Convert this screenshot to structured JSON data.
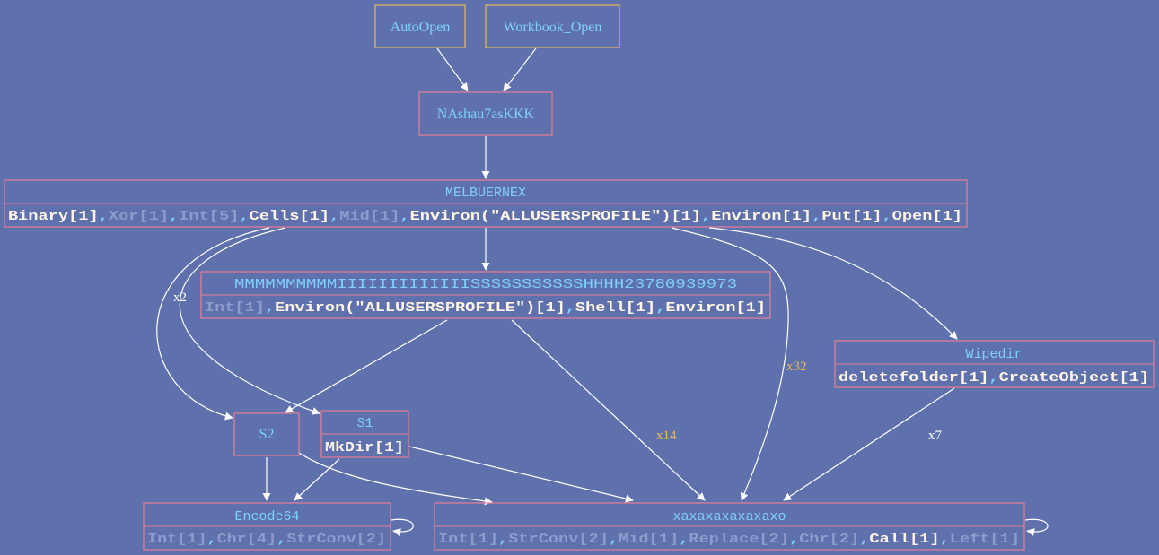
{
  "colors": {
    "background": "#5f71ac",
    "entry_box": "#e6b85a",
    "node_box": "#e57e97",
    "title_text": "#7fd0ff",
    "strong_call": "#fff5e6",
    "weak_call": "#8e9ccd",
    "separator": "#7fd0ff",
    "edge": "#ffffff",
    "heavy_edge_label": "#e6b85a"
  },
  "nodes": [
    {
      "id": "autoopen",
      "title": "AutoOpen",
      "kind": "entry"
    },
    {
      "id": "workbook_open",
      "title": "Workbook_Open",
      "kind": "entry"
    },
    {
      "id": "nashau",
      "title": "NAshau7asKKK",
      "kind": "procedure"
    },
    {
      "id": "melbuernex",
      "title": "MELBUERNEX",
      "kind": "procedure",
      "calls": [
        {
          "text": "Binary[1]",
          "strong": true
        },
        {
          "text": "Xor[1]",
          "strong": false
        },
        {
          "text": "Int[5]",
          "strong": false
        },
        {
          "text": "Cells[1]",
          "strong": true
        },
        {
          "text": "Mid[1]",
          "strong": false
        },
        {
          "text": "Environ(\"ALLUSERSPROFILE\")[1]",
          "strong": true
        },
        {
          "text": "Environ[1]",
          "strong": true
        },
        {
          "text": "Put[1]",
          "strong": true
        },
        {
          "text": "Open[1]",
          "strong": true
        }
      ]
    },
    {
      "id": "mmmm",
      "title": "MMMMMMMMMMIIIIIIIIIIIIISSSSSSSSSSSHHHH23780939973",
      "kind": "procedure",
      "calls": [
        {
          "text": "Int[1]",
          "strong": false
        },
        {
          "text": "Environ(\"ALLUSERSPROFILE\")[1]",
          "strong": true
        },
        {
          "text": "Shell[1]",
          "strong": true
        },
        {
          "text": "Environ[1]",
          "strong": true
        }
      ]
    },
    {
      "id": "wipedir",
      "title": "Wipedir",
      "kind": "procedure",
      "calls": [
        {
          "text": "deletefolder[1]",
          "strong": true
        },
        {
          "text": "CreateObject[1]",
          "strong": true
        }
      ]
    },
    {
      "id": "s2",
      "title": "S2",
      "kind": "procedure"
    },
    {
      "id": "s1",
      "title": "S1",
      "kind": "procedure",
      "calls": [
        {
          "text": "MkDir[1]",
          "strong": true
        }
      ]
    },
    {
      "id": "encode64",
      "title": "Encode64",
      "kind": "procedure",
      "calls": [
        {
          "text": "Int[1]",
          "strong": false
        },
        {
          "text": "Chr[4]",
          "strong": false
        },
        {
          "text": "StrConv[2]",
          "strong": false
        }
      ]
    },
    {
      "id": "xaxa",
      "title": "xaxaxaxaxaxaxo",
      "kind": "procedure",
      "calls": [
        {
          "text": "Int[1]",
          "strong": false
        },
        {
          "text": "StrConv[2]",
          "strong": false
        },
        {
          "text": "Mid[1]",
          "strong": false
        },
        {
          "text": "Replace[2]",
          "strong": false
        },
        {
          "text": "Chr[2]",
          "strong": false
        },
        {
          "text": "Call[1]",
          "strong": true
        },
        {
          "text": "Left[1]",
          "strong": false
        }
      ]
    }
  ],
  "edges": [
    {
      "id": "autoopen-nashau",
      "from": "AutoOpen",
      "to": "NAshau7asKKK",
      "label": ""
    },
    {
      "id": "workbook-nashau",
      "from": "Workbook_Open",
      "to": "NAshau7asKKK",
      "label": ""
    },
    {
      "id": "nashau-melbuernex",
      "from": "NAshau7asKKK",
      "to": "MELBUERNEX",
      "label": ""
    },
    {
      "id": "melbuernex-mmmm",
      "from": "MELBUERNEX",
      "to": "MMMMMMMMMMIIIIIIIIIIIIISSSSSSSSSSSHHHH23780939973",
      "label": ""
    },
    {
      "id": "melbuernex-s2",
      "from": "MELBUERNEX",
      "to": "S2",
      "label": ""
    },
    {
      "id": "melbuernex-s1",
      "from": "MELBUERNEX",
      "to": "S1",
      "label": "x2"
    },
    {
      "id": "melbuernex-xaxa",
      "from": "MELBUERNEX",
      "to": "xaxaxaxaxaxaxo",
      "label": "x32"
    },
    {
      "id": "melbuernex-wipedir",
      "from": "MELBUERNEX",
      "to": "Wipedir",
      "label": ""
    },
    {
      "id": "mmmm-s2",
      "from": "MMMMMMMMMMIIIIIIIIIIIIISSSSSSSSSSSHHHH23780939973",
      "to": "S2",
      "label": ""
    },
    {
      "id": "mmmm-xaxa",
      "from": "MMMMMMMMMMIIIIIIIIIIIIISSSSSSSSSSSHHHH23780939973",
      "to": "xaxaxaxaxaxaxo",
      "label": "x14"
    },
    {
      "id": "wipedir-xaxa",
      "from": "Wipedir",
      "to": "xaxaxaxaxaxaxo",
      "label": "x7"
    },
    {
      "id": "s2-encode64",
      "from": "S2",
      "to": "Encode64",
      "label": ""
    },
    {
      "id": "s1-encode64",
      "from": "S1",
      "to": "Encode64",
      "label": ""
    },
    {
      "id": "s2-xaxa",
      "from": "S2",
      "to": "xaxaxaxaxaxaxo",
      "label": ""
    },
    {
      "id": "s1-xaxa",
      "from": "S1",
      "to": "xaxaxaxaxaxaxo",
      "label": ""
    },
    {
      "id": "encode64-self",
      "from": "Encode64",
      "to": "Encode64",
      "label": ""
    },
    {
      "id": "xaxa-self",
      "from": "xaxaxaxaxaxaxo",
      "to": "xaxaxaxaxaxaxo",
      "label": ""
    }
  ]
}
